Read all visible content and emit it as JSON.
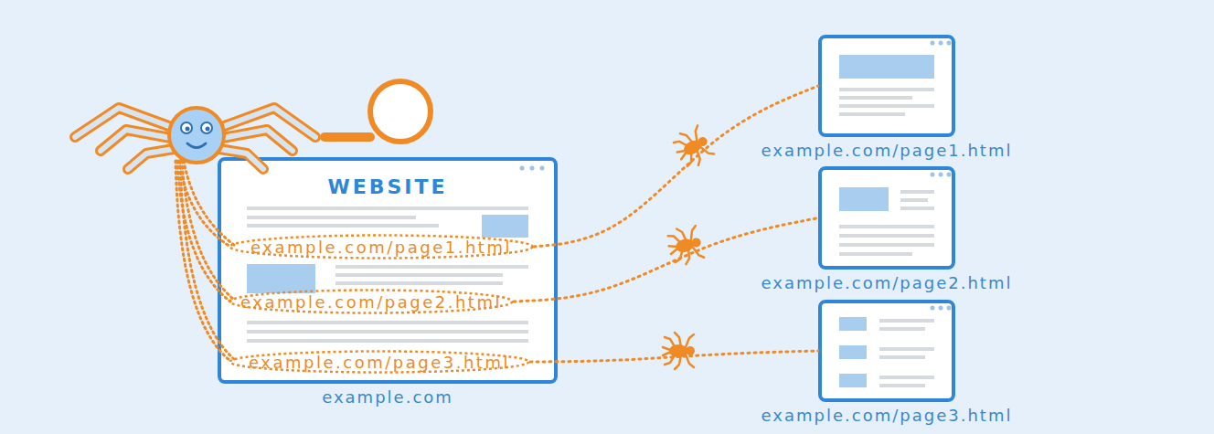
{
  "diagram": {
    "nodes": [
      {
        "text": [
          "WEBSITE",
          "example.com"
        ]
      },
      {
        "text": [
          "example.com/page1.html"
        ],
        "in": 0
      },
      {
        "text": [
          "example.com/page2.html"
        ],
        "in": 0
      },
      {
        "text": [
          "example.com/page3.html"
        ],
        "in": 0
      },
      {
        "text": [
          "example.com/page1.html"
        ]
      },
      {
        "text": [
          "example.com/page2.html"
        ]
      },
      {
        "text": [
          "example.com/page3.html"
        ]
      }
    ],
    "edges": [
      {
        "from": 1,
        "to": 4,
        "arrow": "none"
      },
      {
        "from": 2,
        "to": 5,
        "arrow": "none"
      },
      {
        "from": 3,
        "to": 6,
        "arrow": "none"
      }
    ]
  }
}
